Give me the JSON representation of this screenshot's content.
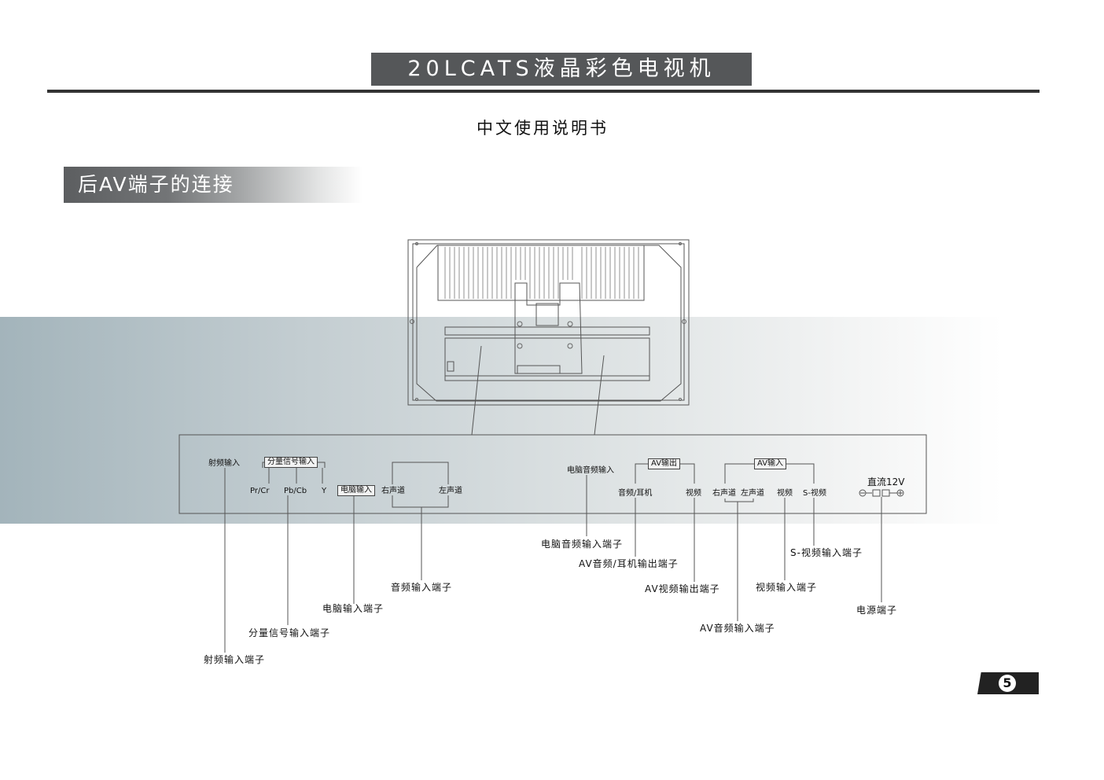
{
  "header": {
    "title": "20LCATS液晶彩色电视机",
    "subtitle": "中文使用说明书"
  },
  "section": {
    "title": "后AV端子的连接"
  },
  "panel": {
    "rf": "射频输入",
    "component_group": "分量信号输入",
    "pr": "Pr/Cr",
    "pb": "Pb/Cb",
    "y": "Y",
    "pc_in": "电脑输入",
    "right_ch": "右声道",
    "left_ch": "左声道",
    "pc_audio_in": "电脑音频输入",
    "av_out_group": "AV输出",
    "audio_headphone": "音频/耳机",
    "video": "视频",
    "av_in_group": "AV输入",
    "right_ch2": "右声道",
    "left_ch2": "左声道",
    "video2": "视频",
    "s_video": "S-视频",
    "dc12v": "直流12V"
  },
  "callouts": {
    "pc_audio_in": "电脑音频输入端子",
    "av_audio_headphone_out": "AV音频/耳机输出端子",
    "s_video_in": "S-视频输入端子",
    "audio_in": "音频输入端子",
    "av_video_out": "AV视频输出端子",
    "video_in": "视频输入端子",
    "power": "电源端子",
    "pc_in": "电脑输入端子",
    "av_audio_in": "AV音频输入端子",
    "component_in": "分量信号输入端子",
    "rf_in": "射频输入端子"
  },
  "page": {
    "number": "5"
  }
}
